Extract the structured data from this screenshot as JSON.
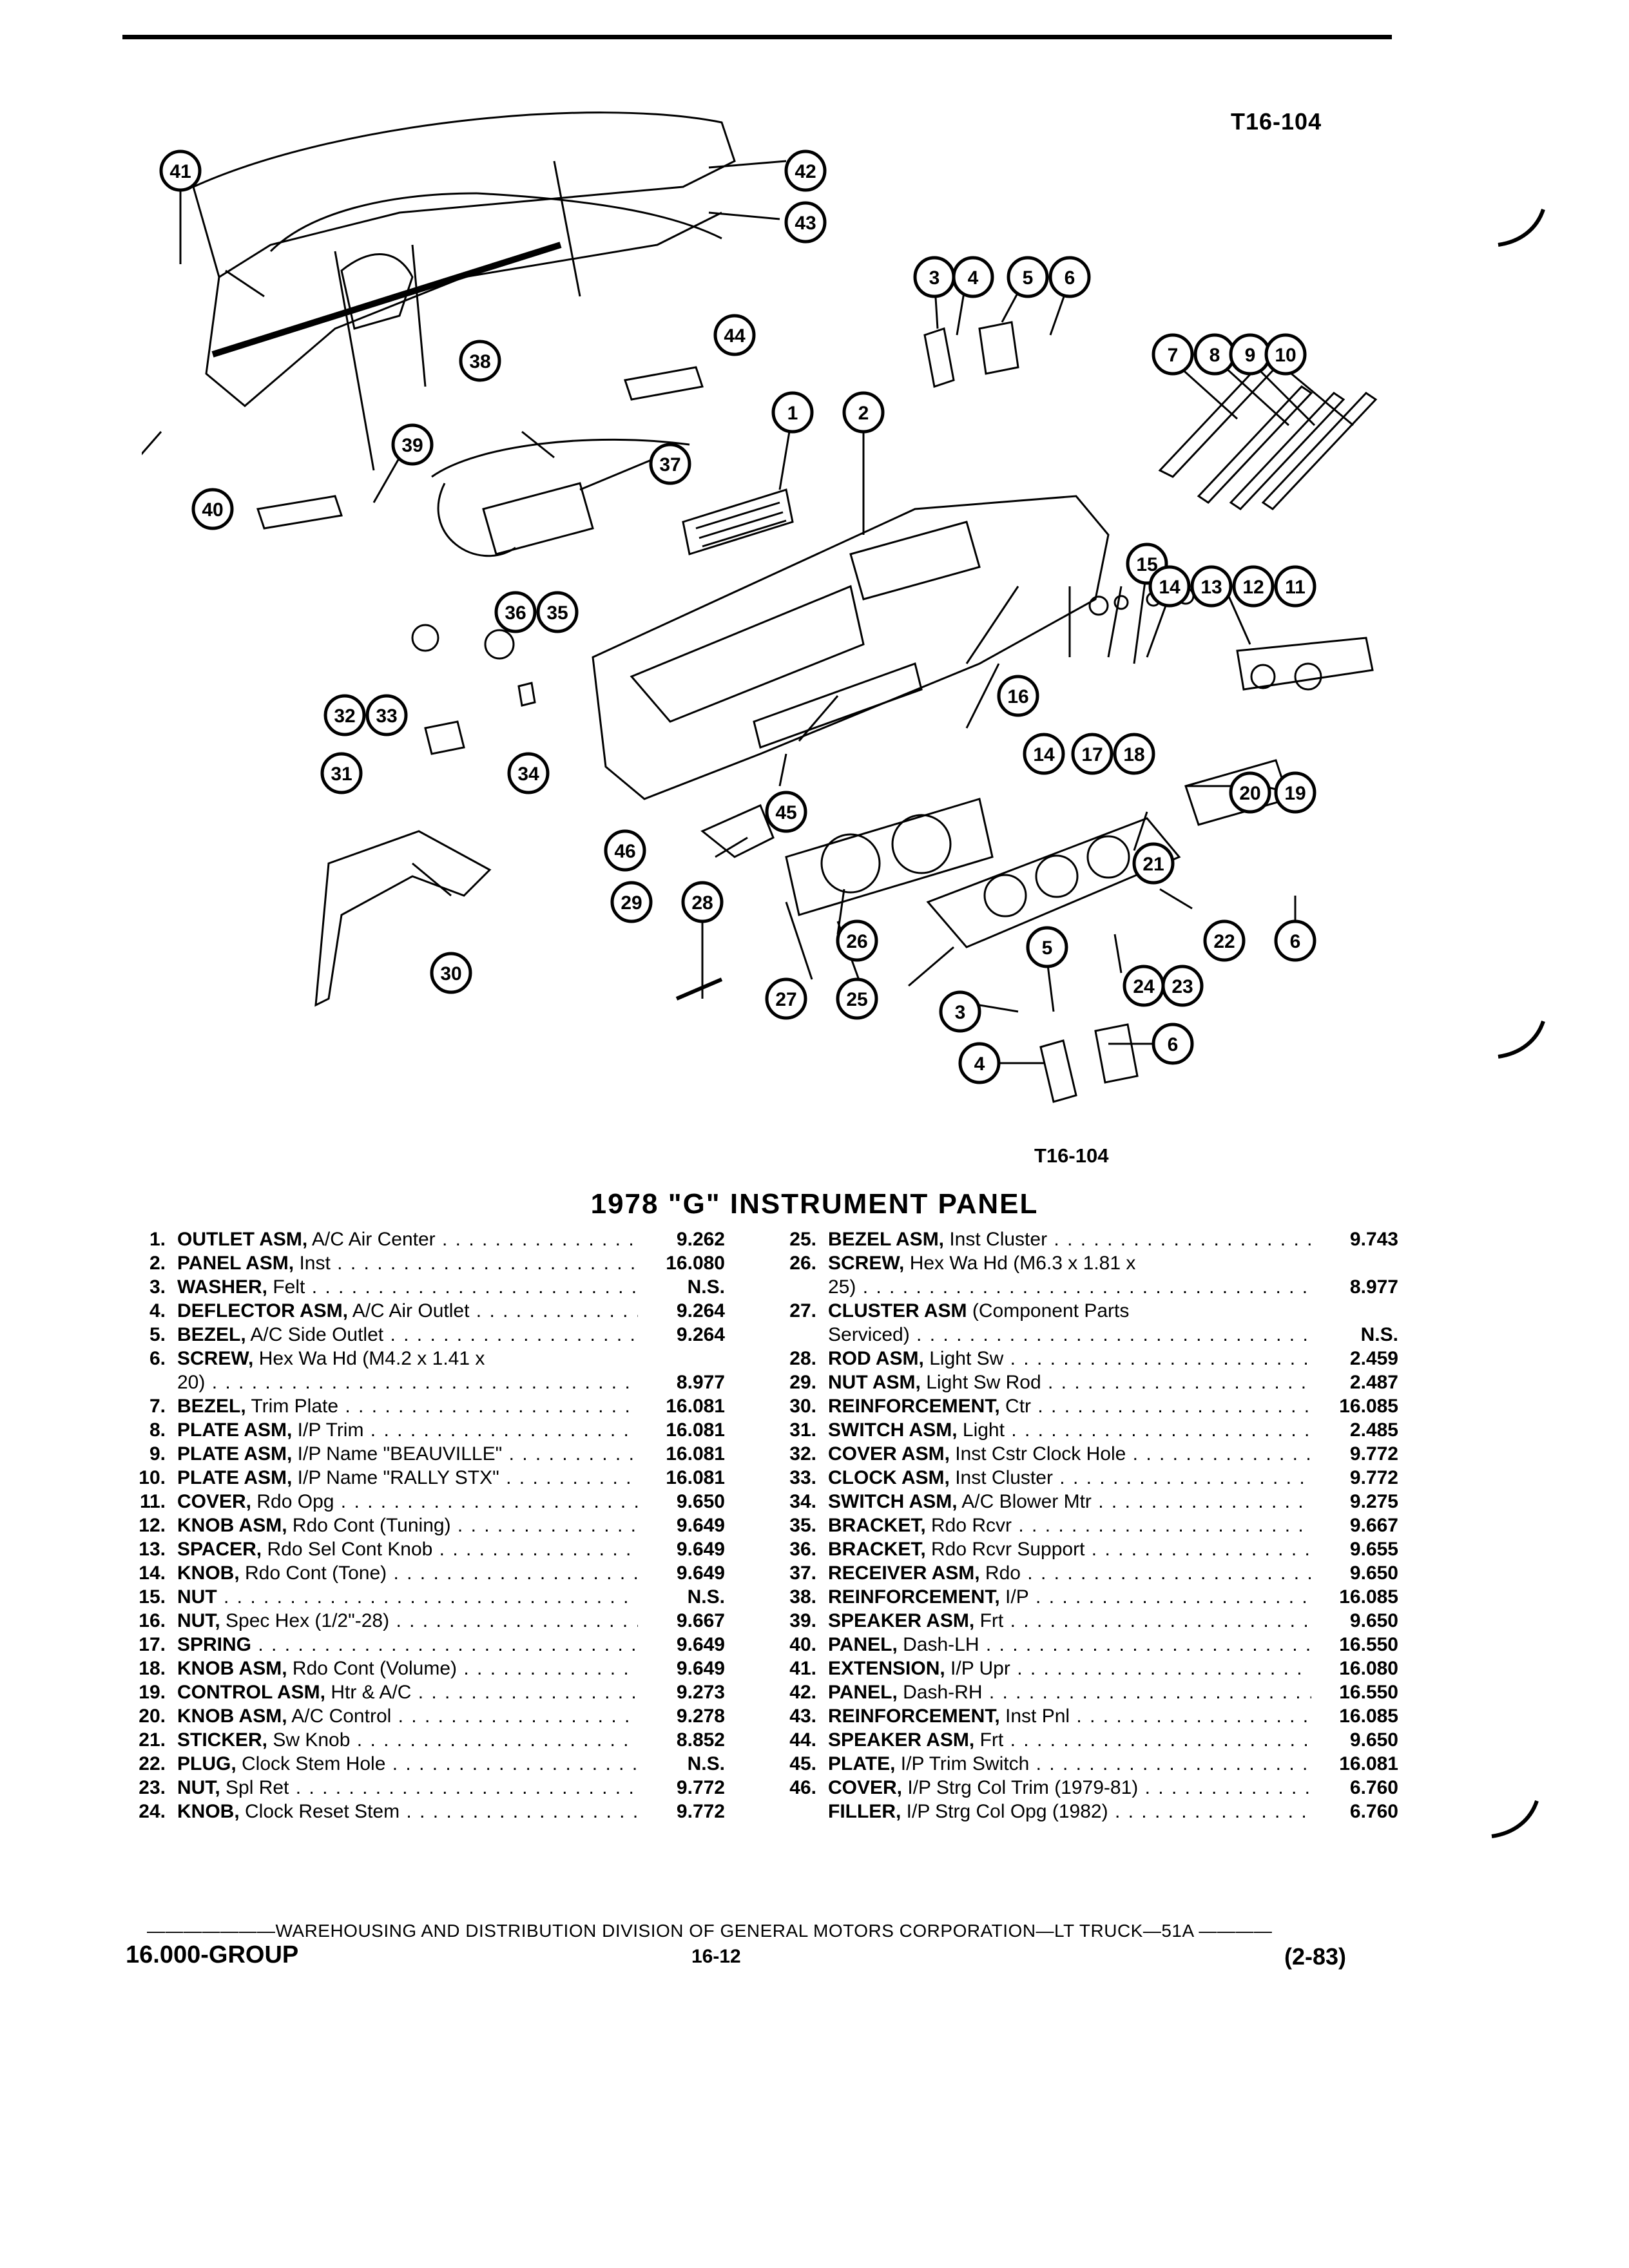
{
  "figure_code": "T16-104",
  "title": "1978 \"G\" INSTRUMENT PANEL",
  "callouts": [
    "41",
    "42",
    "43",
    "3",
    "4",
    "5",
    "6",
    "7",
    "8",
    "9",
    "10",
    "38",
    "44",
    "1",
    "2",
    "39",
    "37",
    "40",
    "15",
    "14",
    "13",
    "12",
    "11",
    "36",
    "35",
    "32",
    "33",
    "16",
    "34",
    "31",
    "14",
    "17",
    "18",
    "20",
    "19",
    "45",
    "46",
    "21",
    "29",
    "28",
    "26",
    "22",
    "6",
    "5",
    "30",
    "24",
    "23",
    "27",
    "25",
    "3",
    "6",
    "4"
  ],
  "parts_left": [
    {
      "num": "1.",
      "name": "OUTLET ASM,",
      "desc": " A/C Air Center",
      "code": "9.262"
    },
    {
      "num": "2.",
      "name": "PANEL ASM,",
      "desc": " Inst",
      "code": "16.080"
    },
    {
      "num": "3.",
      "name": "WASHER,",
      "desc": " Felt",
      "code": "N.S."
    },
    {
      "num": "4.",
      "name": "DEFLECTOR ASM,",
      "desc": " A/C Air Outlet",
      "code": "9.264"
    },
    {
      "num": "5.",
      "name": "BEZEL,",
      "desc": " A/C Side Outlet",
      "code": "9.264"
    },
    {
      "num": "6.",
      "name": "SCREW,",
      "desc": " Hex Wa Hd (M4.2 x 1.41 x",
      "code": ""
    },
    {
      "num": "",
      "name": "",
      "desc": "20)",
      "code": "8.977"
    },
    {
      "num": "7.",
      "name": "BEZEL,",
      "desc": " Trim Plate",
      "code": "16.081"
    },
    {
      "num": "8.",
      "name": "PLATE ASM,",
      "desc": " I/P Trim",
      "code": "16.081"
    },
    {
      "num": "9.",
      "name": "PLATE ASM,",
      "desc": " I/P Name \"BEAUVILLE\"",
      "code": "16.081"
    },
    {
      "num": "10.",
      "name": "PLATE ASM,",
      "desc": " I/P Name \"RALLY STX\"",
      "code": "16.081"
    },
    {
      "num": "11.",
      "name": "COVER,",
      "desc": " Rdo Opg",
      "code": "9.650"
    },
    {
      "num": "12.",
      "name": "KNOB ASM,",
      "desc": " Rdo Cont (Tuning)",
      "code": "9.649"
    },
    {
      "num": "13.",
      "name": "SPACER,",
      "desc": " Rdo Sel Cont Knob",
      "code": "9.649"
    },
    {
      "num": "14.",
      "name": "KNOB,",
      "desc": " Rdo Cont (Tone)",
      "code": "9.649"
    },
    {
      "num": "15.",
      "name": "NUT",
      "desc": "",
      "code": "N.S."
    },
    {
      "num": "16.",
      "name": "NUT,",
      "desc": " Spec Hex (1/2\"-28)",
      "code": "9.667"
    },
    {
      "num": "17.",
      "name": "SPRING",
      "desc": "",
      "code": "9.649"
    },
    {
      "num": "18.",
      "name": "KNOB ASM,",
      "desc": " Rdo Cont (Volume)",
      "code": "9.649"
    },
    {
      "num": "19.",
      "name": "CONTROL ASM,",
      "desc": " Htr & A/C",
      "code": "9.273"
    },
    {
      "num": "20.",
      "name": "KNOB ASM,",
      "desc": " A/C Control",
      "code": "9.278"
    },
    {
      "num": "21.",
      "name": "STICKER,",
      "desc": " Sw Knob",
      "code": "8.852"
    },
    {
      "num": "22.",
      "name": "PLUG,",
      "desc": " Clock Stem Hole",
      "code": "N.S."
    },
    {
      "num": "23.",
      "name": "NUT,",
      "desc": " Spl Ret",
      "code": "9.772"
    },
    {
      "num": "24.",
      "name": "KNOB,",
      "desc": " Clock Reset Stem",
      "code": "9.772"
    }
  ],
  "parts_right": [
    {
      "num": "25.",
      "name": "BEZEL ASM,",
      "desc": " Inst Cluster",
      "code": "9.743"
    },
    {
      "num": "26.",
      "name": "SCREW,",
      "desc": " Hex Wa Hd (M6.3 x 1.81 x",
      "code": ""
    },
    {
      "num": "",
      "name": "",
      "desc": "25)",
      "code": "8.977"
    },
    {
      "num": "27.",
      "name": "CLUSTER ASM",
      "desc": " (Component Parts",
      "code": ""
    },
    {
      "num": "",
      "name": "",
      "desc": "Serviced)",
      "code": "N.S."
    },
    {
      "num": "28.",
      "name": "ROD ASM,",
      "desc": " Light Sw",
      "code": "2.459"
    },
    {
      "num": "29.",
      "name": "NUT ASM,",
      "desc": " Light Sw Rod",
      "code": "2.487"
    },
    {
      "num": "30.",
      "name": "REINFORCEMENT,",
      "desc": " Ctr",
      "code": "16.085"
    },
    {
      "num": "31.",
      "name": "SWITCH ASM,",
      "desc": " Light",
      "code": "2.485"
    },
    {
      "num": "32.",
      "name": "COVER ASM,",
      "desc": " Inst Cstr Clock Hole",
      "code": "9.772"
    },
    {
      "num": "33.",
      "name": "CLOCK ASM,",
      "desc": " Inst Cluster",
      "code": "9.772"
    },
    {
      "num": "34.",
      "name": "SWITCH ASM,",
      "desc": " A/C Blower Mtr",
      "code": "9.275"
    },
    {
      "num": "35.",
      "name": "BRACKET,",
      "desc": " Rdo Rcvr",
      "code": "9.667"
    },
    {
      "num": "36.",
      "name": "BRACKET,",
      "desc": " Rdo Rcvr Support",
      "code": "9.655"
    },
    {
      "num": "37.",
      "name": "RECEIVER ASM,",
      "desc": " Rdo",
      "code": "9.650"
    },
    {
      "num": "38.",
      "name": "REINFORCEMENT,",
      "desc": " I/P",
      "code": "16.085"
    },
    {
      "num": "39.",
      "name": "SPEAKER ASM,",
      "desc": " Frt",
      "code": "9.650"
    },
    {
      "num": "40.",
      "name": "PANEL,",
      "desc": " Dash-LH",
      "code": "16.550"
    },
    {
      "num": "41.",
      "name": "EXTENSION,",
      "desc": " I/P Upr",
      "code": "16.080"
    },
    {
      "num": "42.",
      "name": "PANEL,",
      "desc": " Dash-RH",
      "code": "16.550"
    },
    {
      "num": "43.",
      "name": "REINFORCEMENT,",
      "desc": " Inst Pnl",
      "code": "16.085"
    },
    {
      "num": "44.",
      "name": "SPEAKER ASM,",
      "desc": " Frt",
      "code": "9.650"
    },
    {
      "num": "45.",
      "name": "PLATE,",
      "desc": " I/P Trim Switch",
      "code": "16.081"
    },
    {
      "num": "46.",
      "name": "COVER,",
      "desc": " I/P Strg Col Trim (1979-81)",
      "code": "6.760"
    },
    {
      "num": "",
      "name": "FILLER,",
      "desc": " I/P Strg Col Opg (1982)",
      "code": "6.760"
    }
  ],
  "footer": {
    "line": "WAREHOUSING AND DISTRIBUTION DIVISION OF GENERAL MOTORS CORPORATION—LT TRUCK—51A",
    "group": "16.000-GROUP",
    "page": "16-12",
    "date": "(2-83)"
  }
}
